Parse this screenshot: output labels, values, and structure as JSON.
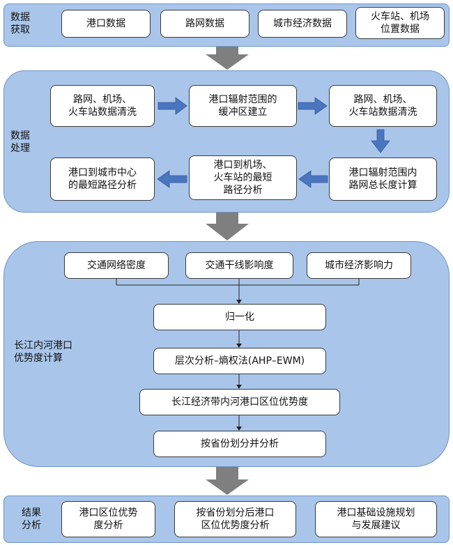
{
  "sections": {
    "acquisition": {
      "label": "数据\n获取",
      "boxes": [
        "港口数据",
        "路网数据",
        "城市经济数据",
        "火车站、机场\n位置数据"
      ]
    },
    "processing": {
      "label": "数据\n处理",
      "boxes": [
        "路网、机场、\n火车站数据清洗",
        "港口辐射范围的\n缓冲区建立",
        "路网、机场、\n火车站数据清洗",
        "港口辐射范围内\n路网总长度计算",
        "港口到机场、\n火车站的最短\n路径分析",
        "港口到城市中心\n的最短路径分析"
      ]
    },
    "calculation": {
      "label": "长江内河港口\n优势度计算",
      "indicators": [
        "交通网络密度",
        "交通干线影响度",
        "城市经济影响力"
      ],
      "steps": [
        "归一化",
        "层次分析–熵权法(AHP–EWM)",
        "长江经济带内河港口区位优势度",
        "按省份划分并分析"
      ]
    },
    "results": {
      "label": "结果\n分析",
      "boxes": [
        "港口区位优势\n度分析",
        "按省份划分后港口\n区位优势度分析",
        "港口基础设施规划\n与发展建议"
      ]
    }
  },
  "colors": {
    "panel_fill": "#a9c6ea",
    "panel_border": "#6e93c2",
    "blue_arrow": "#4a76c0",
    "gray_arrow": "#7f7f7f"
  }
}
